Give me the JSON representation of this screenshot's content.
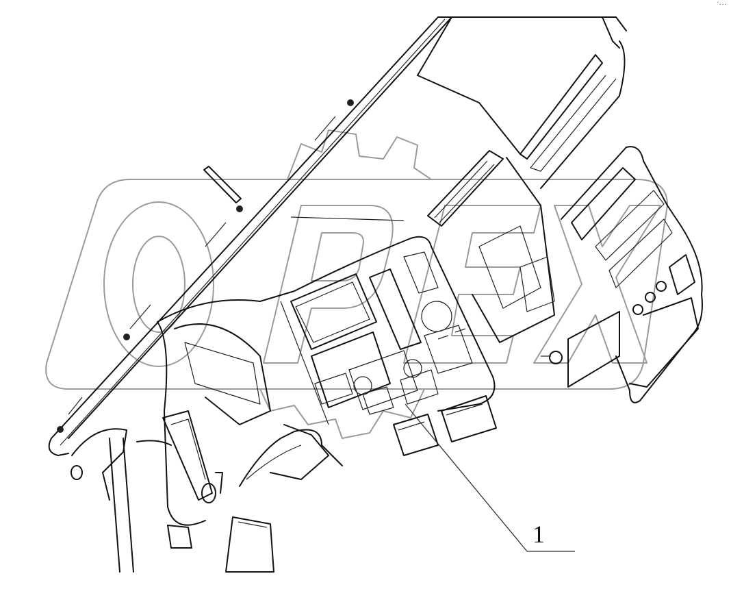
{
  "diagram": {
    "subject": "truck dashboard / instrument panel assembly",
    "view": "isometric exploded line drawing",
    "callouts": [
      {
        "label": "1",
        "target": "center console switch panel"
      }
    ],
    "watermark": {
      "text": "OPEX",
      "color": "#9a9a9a"
    },
    "corner_mark": "´···",
    "colors": {
      "line": "#111111",
      "background": "#ffffff",
      "watermark": "#9a9a9a"
    }
  }
}
